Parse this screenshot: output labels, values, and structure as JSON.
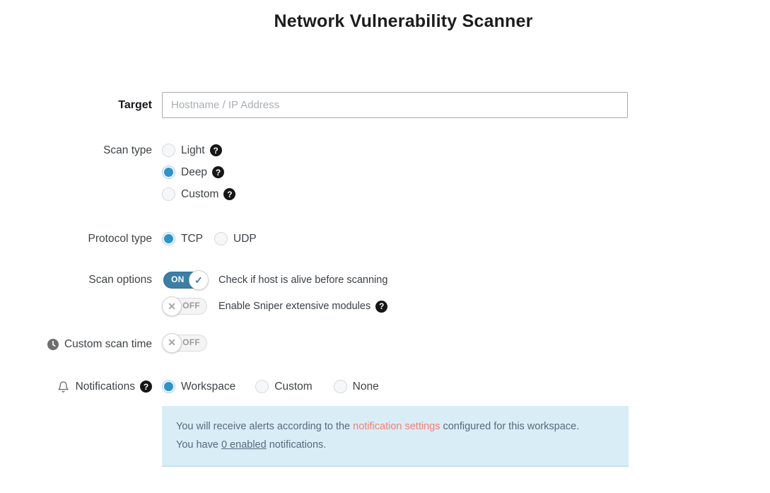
{
  "title": "Network Vulnerability Scanner",
  "form": {
    "target": {
      "label": "Target",
      "placeholder": "Hostname / IP Address"
    },
    "scan_type": {
      "label": "Scan type",
      "options": [
        {
          "label": "Light",
          "selected": false
        },
        {
          "label": "Deep",
          "selected": true
        },
        {
          "label": "Custom",
          "selected": false
        }
      ]
    },
    "protocol_type": {
      "label": "Protocol type",
      "options": [
        {
          "label": "TCP",
          "selected": true
        },
        {
          "label": "UDP",
          "selected": false
        }
      ]
    },
    "scan_options": {
      "label": "Scan options",
      "toggles": [
        {
          "state": "ON",
          "label": "Check if host is alive before scanning"
        },
        {
          "state": "OFF",
          "label": "Enable Sniper extensive modules"
        }
      ]
    },
    "custom_scan_time": {
      "label": "Custom scan time",
      "state": "OFF"
    },
    "notifications": {
      "label": "Notifications",
      "options": [
        {
          "label": "Workspace",
          "selected": true
        },
        {
          "label": "Custom",
          "selected": false
        },
        {
          "label": "None",
          "selected": false
        }
      ],
      "info": {
        "line1_before": "You will receive alerts according to the ",
        "line1_link": "notification settings",
        "line1_after": " configured for this workspace.",
        "line2_before": "You have ",
        "line2_link": "0 enabled",
        "line2_after": " notifications."
      }
    }
  },
  "icons": {
    "help_glyph": "?",
    "check_glyph": "✓",
    "cross_glyph": "✕"
  },
  "colors": {
    "accent_blue": "#2e93c9",
    "toggle_on_blue": "#3b7fa6",
    "info_background": "#d9edf7",
    "info_text": "#57697c",
    "link_coral": "#f47f76"
  }
}
